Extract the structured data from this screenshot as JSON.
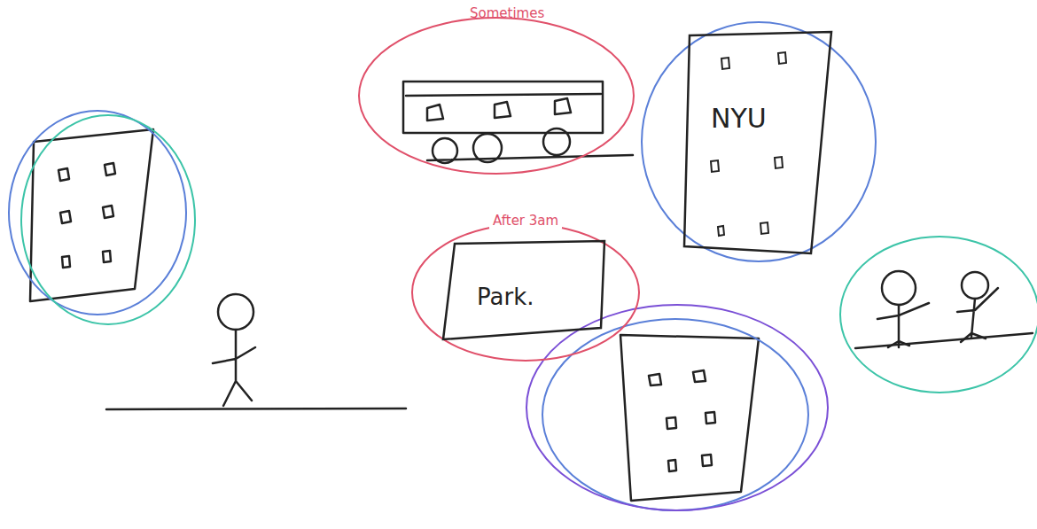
{
  "diagram": {
    "nodes": [
      {
        "text": [
          "After 3am"
        ]
      },
      {
        "text": [
          "Park."
        ],
        "in": 0
      },
      {
        "text": [
          "NYU"
        ]
      }
    ],
    "labels": [
      "Sometimes"
    ]
  }
}
